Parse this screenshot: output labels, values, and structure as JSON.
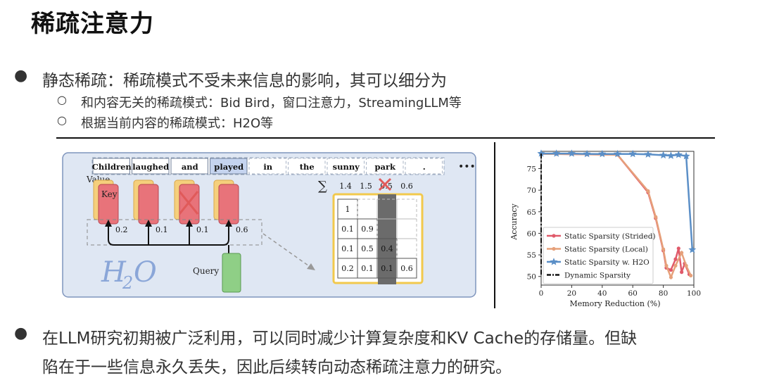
{
  "title": "稀疏注意力",
  "bullet1": "静态稀疏：稀疏模式不受未来信息的影响，其可以细分为",
  "sub1": "和内容无关的稀疏模式：Bid Bird，窗口注意力，StreamingLLM等",
  "sub2": "根据当前内容的稀疏模式：H2O等",
  "bullet2_line1": "在LLM研究初期被广泛利用，可以同时减少计算复杂度和KV Cache的存储量。但缺",
  "bullet2_line2": "陷在于一些信息永久丢失，因此后续转向动态稀疏注意力的研究。",
  "diagram": {
    "tokens": [
      "Children",
      "laughed",
      "and",
      "played",
      "in",
      "the",
      "sunny",
      "park",
      "."
    ],
    "ellipsis": "•••",
    "value_label": "Value",
    "key_label": "Key",
    "query_label": "Query",
    "weights": [
      "0.2",
      "0.1",
      "0.1",
      "0.6"
    ],
    "sum_symbol": "∑",
    "sums": [
      "1.4",
      "1.5",
      "0.5",
      "0.6"
    ],
    "matrix": [
      [
        "1",
        "",
        "",
        ""
      ],
      [
        "0.1",
        "0.9",
        "",
        ""
      ],
      [
        "0.1",
        "0.5",
        "0.4",
        ""
      ],
      [
        "0.2",
        "0.1",
        "0.1",
        "0.6"
      ]
    ],
    "h2o_main": "H",
    "h2o_sub": "2",
    "h2o_o": "O",
    "colors": {
      "box_bg": "#dfe7f3",
      "box_border": "#7f95bd",
      "key_red": "#e8737a",
      "value_yellow": "#f5cf7c",
      "query_green": "#8fcf86",
      "matrix_gold": "#f2c94c"
    }
  },
  "chart_data": {
    "type": "line",
    "xlabel": "Memory Reduction (%)",
    "ylabel": "Accuracy",
    "xlim": [
      0,
      100
    ],
    "ylim": [
      48,
      79
    ],
    "xticks": [
      0,
      20,
      40,
      60,
      80,
      100
    ],
    "yticks": [
      50,
      55,
      60,
      65,
      70,
      75
    ],
    "legend_position": "bottom-left",
    "series": [
      {
        "name": "Static Sparsity (Strided)",
        "color": "#e05a6a",
        "marker": "circle",
        "x": [
          0,
          10,
          30,
          50,
          70,
          75,
          80,
          82,
          85,
          88,
          90,
          92,
          94,
          97
        ],
        "y": [
          78.4,
          78.4,
          78.3,
          78.2,
          69.5,
          63.5,
          56,
          52,
          51.5,
          54,
          56.5,
          51,
          53,
          50.5
        ]
      },
      {
        "name": "Static Sparsity (Local)",
        "color": "#e6a07a",
        "marker": "circle",
        "x": [
          0,
          10,
          30,
          50,
          70,
          75,
          80,
          82,
          85,
          88,
          92,
          95,
          98
        ],
        "y": [
          78.4,
          78.4,
          78.3,
          78.2,
          69.8,
          63.8,
          56.3,
          52.5,
          49.8,
          52.5,
          55.5,
          52.5,
          50.2
        ]
      },
      {
        "name": "Static Sparsity w. H2O",
        "color": "#5b8fc7",
        "marker": "star",
        "x": [
          0,
          10,
          20,
          30,
          40,
          50,
          60,
          70,
          80,
          85,
          90,
          95,
          99
        ],
        "y": [
          78.5,
          78.5,
          78.5,
          78.4,
          78.4,
          78.4,
          78.4,
          78.3,
          78.1,
          78.0,
          78.2,
          77.9,
          56.2
        ]
      },
      {
        "name": "Dynamic Sparsity",
        "color": "#111111",
        "marker": "none",
        "style": "dashdot",
        "x": [
          0,
          0
        ],
        "y": [
          78.5,
          50
        ]
      }
    ]
  }
}
